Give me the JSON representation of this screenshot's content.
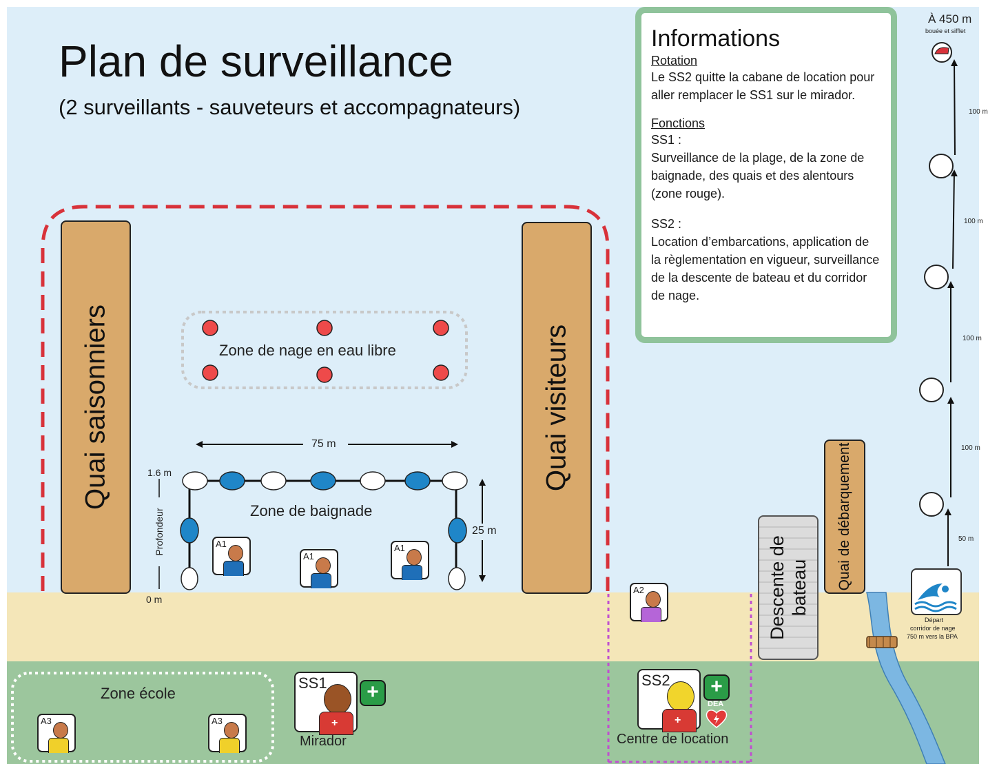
{
  "title": "Plan de surveillance",
  "subtitle": "(2 surveillants - sauveteurs et accompagnateurs)",
  "docks": {
    "saisonniers": "Quai saisonniers",
    "visiteurs": "Quai visiteurs",
    "debarquement": "Quai de débarquement",
    "descente": "Descente de bateau"
  },
  "zones": {
    "nage_libre": "Zone de nage en eau libre",
    "baignade": "Zone de baignade",
    "ecole": "Zone école"
  },
  "measures": {
    "width": "75 m",
    "length": "25 m",
    "depth_top": "1.6 m",
    "depth_label": "Profondeur",
    "depth_bottom": "0 m"
  },
  "info": {
    "heading": "Informations",
    "rotation_title": "Rotation",
    "rotation_text": "Le SS2 quitte la cabane de location pour aller remplacer le SS1 sur le mirador.",
    "functions_title": "Fonctions",
    "ss1_title": "SS1 :",
    "ss1_text": "Surveillance de la plage, de la zone de baignade, des quais et des alentours (zone rouge).",
    "ss2_title": "SS2 :",
    "ss2_text": "Location d’embarcations, application de la règlementation en vigueur, surveillance de la descente de bateau et du corridor de nage."
  },
  "people": {
    "a1": "A1",
    "a2": "A2",
    "a3": "A3",
    "ss1": "SS1",
    "ss2": "SS2"
  },
  "stations": {
    "mirador": "Mirador",
    "location": "Centre de location",
    "dea": "DEA"
  },
  "corridor": {
    "end_distance": "À 450 m",
    "end_note": "bouée et sifflet",
    "seg1": "100 m",
    "seg2": "100 m",
    "seg3": "100 m",
    "seg4": "100 m",
    "seg5": "50 m",
    "start_line1": "Départ",
    "start_line2": "corridor de nage",
    "start_line3": "750 m vers la BPA"
  },
  "colors": {
    "water": "#ddeef9",
    "sand": "#f4e6b8",
    "grass": "#9cc69d",
    "dock": "#d9a96b",
    "surveillance_zone": "#d8323a",
    "rental_zone": "#c04fd0",
    "buoy_red": "#ee4a4a",
    "buoy_blue": "#1f86c8",
    "info_border": "#8fc39b",
    "first_aid": "#2a9c47"
  },
  "icons": {
    "first_aid": "first-aid-cross-icon",
    "dea": "heart-defibrillator-icon",
    "swim": "swimmer-wave-icon",
    "bridge": "bridge-icon",
    "whistle_buoy": "whistle-buoy-icon"
  }
}
